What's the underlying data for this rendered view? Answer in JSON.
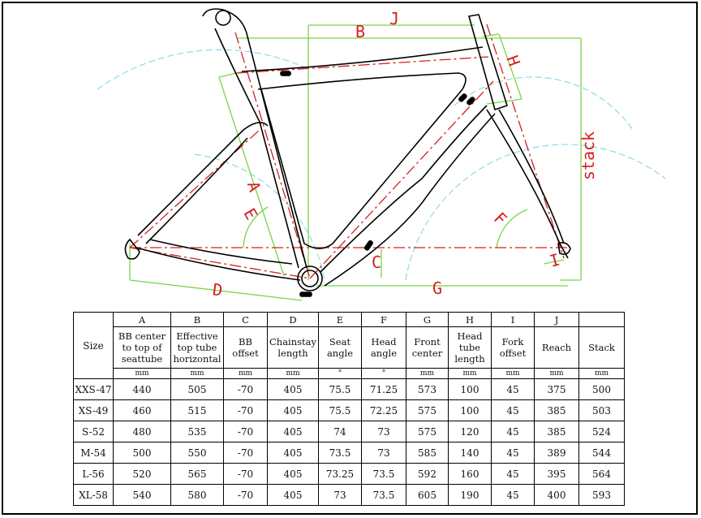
{
  "diagram": {
    "labels": [
      "A",
      "B",
      "C",
      "D",
      "E",
      "F",
      "G",
      "H",
      "I",
      "J",
      "stack"
    ],
    "colors": {
      "frame": "#000000",
      "dimension": "#7ad44a",
      "centerline": "#d61f1f",
      "arc": "#8fd8e8",
      "label": "#d61f1f"
    }
  },
  "table": {
    "size_header": "Size",
    "columns": [
      {
        "letter": "A",
        "name": [
          "BB center",
          "to top of",
          "seattube"
        ],
        "unit": "mm"
      },
      {
        "letter": "B",
        "name": [
          "Effective",
          "top tube",
          "horizontal"
        ],
        "unit": "mm"
      },
      {
        "letter": "C",
        "name": [
          "BB",
          "offset"
        ],
        "unit": "mm"
      },
      {
        "letter": "D",
        "name": [
          "Chainstay",
          "length"
        ],
        "unit": "mm"
      },
      {
        "letter": "E",
        "name": [
          "Seat",
          "angle"
        ],
        "unit": "°"
      },
      {
        "letter": "F",
        "name": [
          "Head",
          "angle"
        ],
        "unit": "°"
      },
      {
        "letter": "G",
        "name": [
          "Front",
          "center"
        ],
        "unit": "mm"
      },
      {
        "letter": "H",
        "name": [
          "Head",
          "tube",
          "length"
        ],
        "unit": "mm"
      },
      {
        "letter": "I",
        "name": [
          "Fork",
          "offset"
        ],
        "unit": "mm"
      },
      {
        "letter": "J",
        "name": [
          "Reach"
        ],
        "unit": "mm"
      },
      {
        "letter": "",
        "name": [
          "Stack"
        ],
        "unit": "mm"
      }
    ],
    "rows": [
      {
        "size": "XXS-47",
        "values": [
          "440",
          "505",
          "-70",
          "405",
          "75.5",
          "71.25",
          "573",
          "100",
          "45",
          "375",
          "500"
        ]
      },
      {
        "size": "XS-49",
        "values": [
          "460",
          "515",
          "-70",
          "405",
          "75.5",
          "72.25",
          "575",
          "100",
          "45",
          "385",
          "503"
        ]
      },
      {
        "size": "S-52",
        "values": [
          "480",
          "535",
          "-70",
          "405",
          "74",
          "73",
          "575",
          "120",
          "45",
          "385",
          "524"
        ]
      },
      {
        "size": "M-54",
        "values": [
          "500",
          "550",
          "-70",
          "405",
          "73.5",
          "73",
          "585",
          "140",
          "45",
          "389",
          "544"
        ]
      },
      {
        "size": "L-56",
        "values": [
          "520",
          "565",
          "-70",
          "405",
          "73.25",
          "73.5",
          "592",
          "160",
          "45",
          "395",
          "564"
        ]
      },
      {
        "size": "XL-58",
        "values": [
          "540",
          "580",
          "-70",
          "405",
          "73",
          "73.5",
          "605",
          "190",
          "45",
          "400",
          "593"
        ]
      }
    ]
  }
}
